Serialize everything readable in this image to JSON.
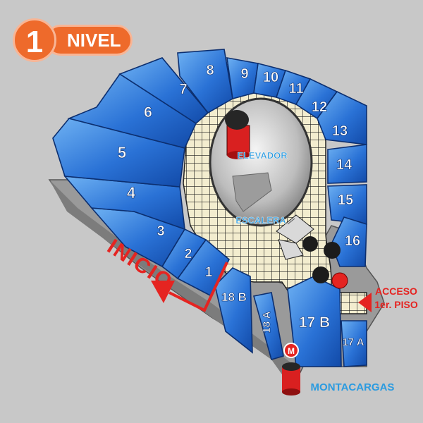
{
  "level": {
    "number": "1",
    "label": "NIVEL"
  },
  "sections": [
    "1",
    "2",
    "3",
    "4",
    "5",
    "6",
    "7",
    "8",
    "9",
    "10",
    "11",
    "12",
    "13",
    "14",
    "15",
    "16",
    "17 A",
    "17 B",
    "18 A",
    "18 B"
  ],
  "labels": {
    "elevator": "ELEVADOR",
    "stairs": "ESCALERA",
    "start": "INICIO",
    "access_line1": "ACCESO",
    "access_line2": "1er. PISO",
    "freight": "MONTACARGAS",
    "freight_marker": "M"
  },
  "colors": {
    "seat_blue": "#1f63c9",
    "seat_light": "#5ea3ee",
    "accent_red": "#e52421",
    "badge_orange": "#ee6a2b",
    "floor": "#f2eccd",
    "label_blue": "#3fa9e8"
  }
}
